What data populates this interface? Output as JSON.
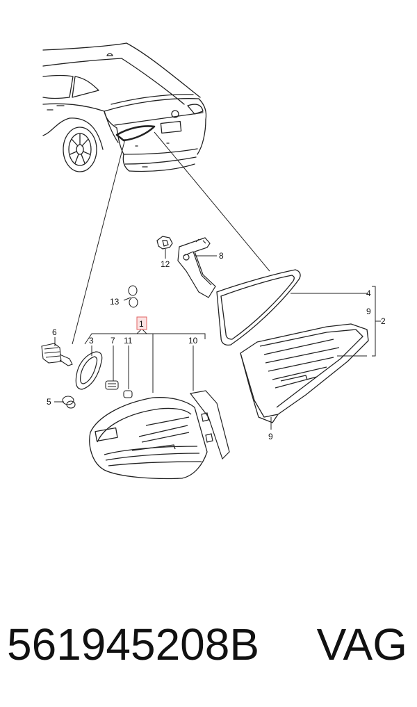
{
  "callouts": [
    {
      "id": "1",
      "text": "1",
      "highlighted": true
    },
    {
      "id": "2",
      "text": "2"
    },
    {
      "id": "3",
      "text": "3"
    },
    {
      "id": "4",
      "text": "4"
    },
    {
      "id": "5",
      "text": "5"
    },
    {
      "id": "6",
      "text": "6"
    },
    {
      "id": "7",
      "text": "7"
    },
    {
      "id": "8",
      "text": "8"
    },
    {
      "id": "9a",
      "text": "9"
    },
    {
      "id": "9b",
      "text": "9"
    },
    {
      "id": "10",
      "text": "10"
    },
    {
      "id": "11",
      "text": "11"
    },
    {
      "id": "12",
      "text": "12"
    },
    {
      "id": "13",
      "text": "13"
    }
  ],
  "footer": {
    "part_number": "561945208B",
    "brand": "VAG"
  },
  "colors": {
    "line": "#222222",
    "highlight_box": "#e06060",
    "highlight_fill": "#fbe3e3"
  }
}
